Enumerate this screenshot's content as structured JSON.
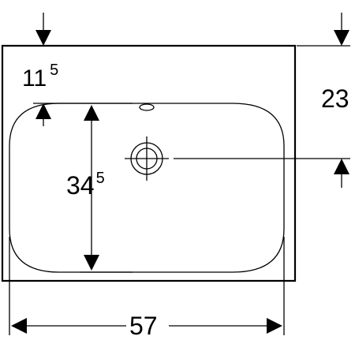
{
  "drawing": {
    "dimensions": {
      "top_offset": {
        "main": "11",
        "sup": "5"
      },
      "drain_height": {
        "main": "23"
      },
      "bowl_depth": {
        "main": "34",
        "sup": "5"
      },
      "inner_width": {
        "main": "57"
      }
    }
  },
  "colors": {
    "line": "#000000",
    "background": "#ffffff"
  }
}
